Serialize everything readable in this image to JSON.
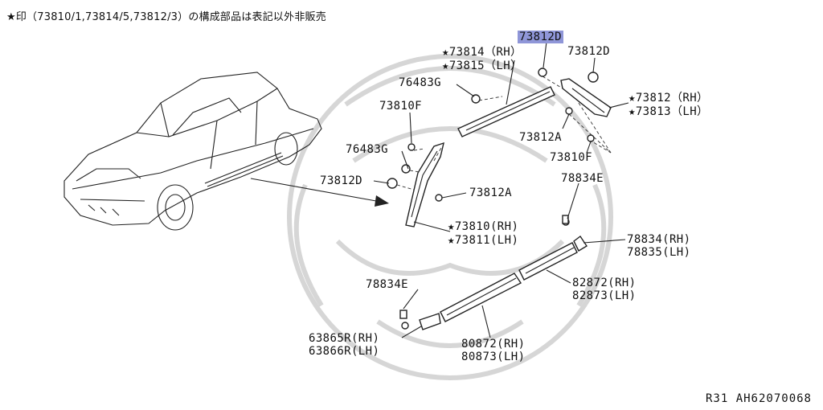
{
  "header_note": "★印（73810/1,73814/5,73812/3）の構成部品は表記以外非販売",
  "footer": "R31  AH62070068",
  "labels": {
    "p73812D_top": "73812D",
    "p73812D_right": "73812D",
    "p73814": "★73814（RH）",
    "p73815": "★73815（LH）",
    "p76483G_a": "76483G",
    "p73812RH": "★73812（RH）",
    "p73813LH": "★73813（LH）",
    "p73810F_a": "73810F",
    "p73812A_a": "73812A",
    "p76483G_b": "76483G",
    "p73810F_b": "73810F",
    "p78834E_a": "78834E",
    "p73812D_left": "73812D",
    "p73812A_b": "73812A",
    "p73810RH": "★73810(RH)",
    "p73811LH": "★73811(LH)",
    "p78834RH": "78834(RH)",
    "p78835LH": "78835(LH)",
    "p78834E_b": "78834E",
    "p82872RH": "82872(RH)",
    "p82873LH": "82873(LH)",
    "p63865R": "63865R(RH)",
    "p63866R": "63866R(LH)",
    "p80872RH": "80872(RH)",
    "p80873LH": "80873(LH)"
  },
  "colors": {
    "highlight": "#8f96d8",
    "line": "#222222",
    "watermark": "#d6d6d6"
  }
}
